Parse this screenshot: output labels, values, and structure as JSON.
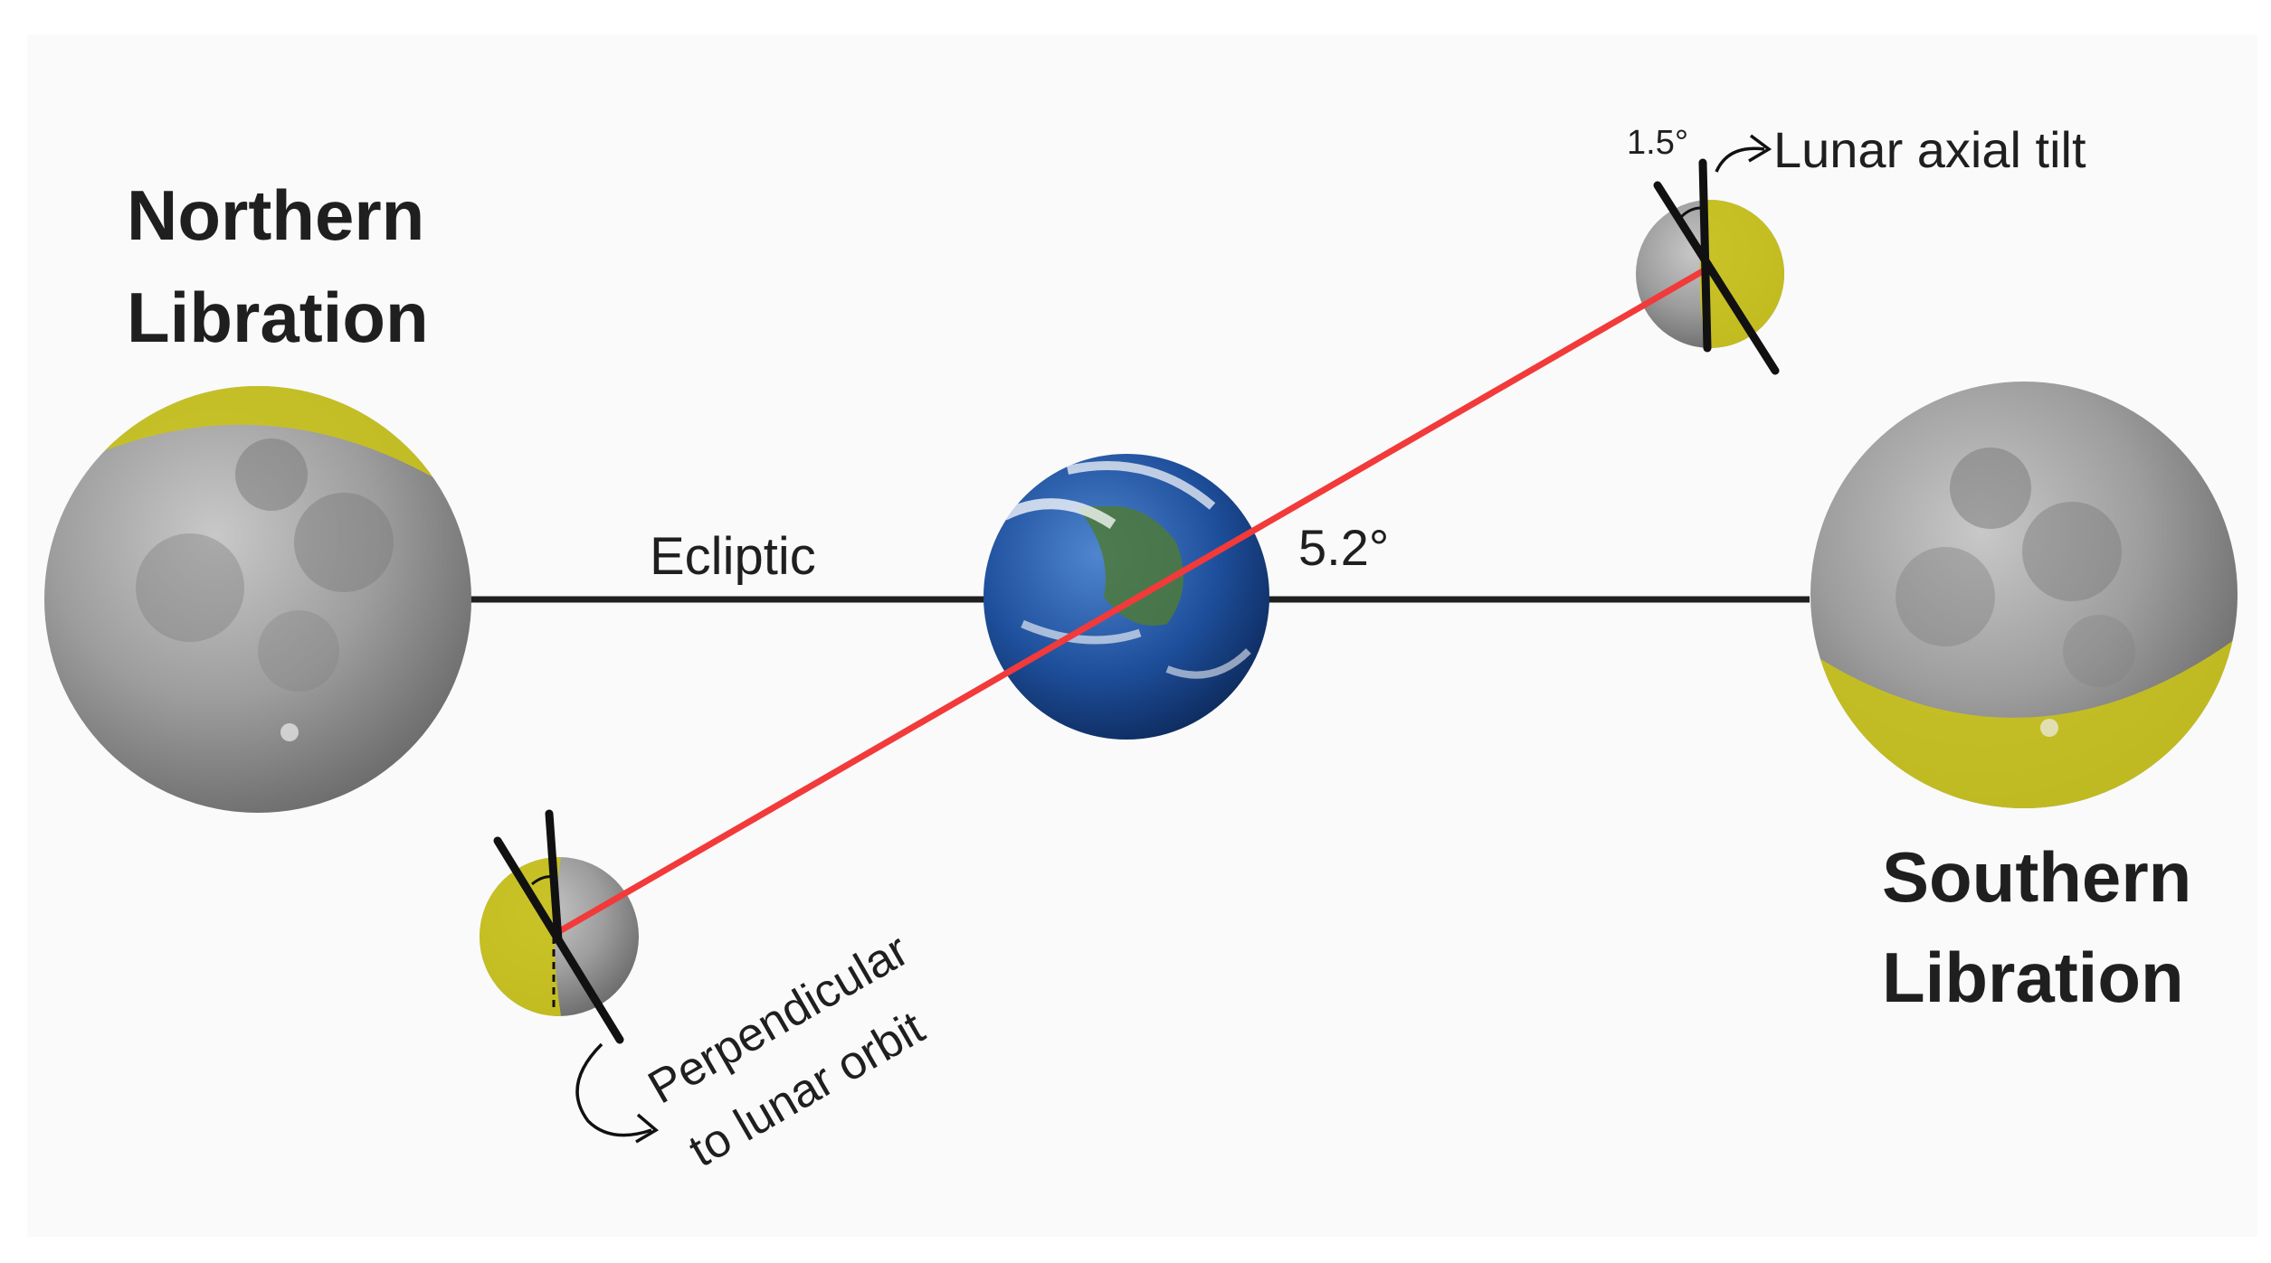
{
  "labels": {
    "northern_line1": "Northern",
    "northern_line2": "Libration",
    "southern_line1": "Southern",
    "southern_line2": "Libration",
    "ecliptic": "Ecliptic",
    "inclination": "5.2°",
    "tilt_angle": "1.5°",
    "axial_tilt": "Lunar axial tilt",
    "perpendicular_line1": "Perpendicular",
    "perpendicular_line2": "to lunar orbit"
  },
  "colors": {
    "background": "#fafafa",
    "lunar_orbit": "#f23a3a",
    "ecliptic": "#1f1f1f",
    "highlight": "#c9c21a",
    "moon": "#9a9a9a",
    "earth_ocean": "#1e4f9c"
  },
  "icons": {
    "moon": "moon-icon",
    "earth": "earth-icon",
    "arrow": "curved-arrow-icon"
  }
}
